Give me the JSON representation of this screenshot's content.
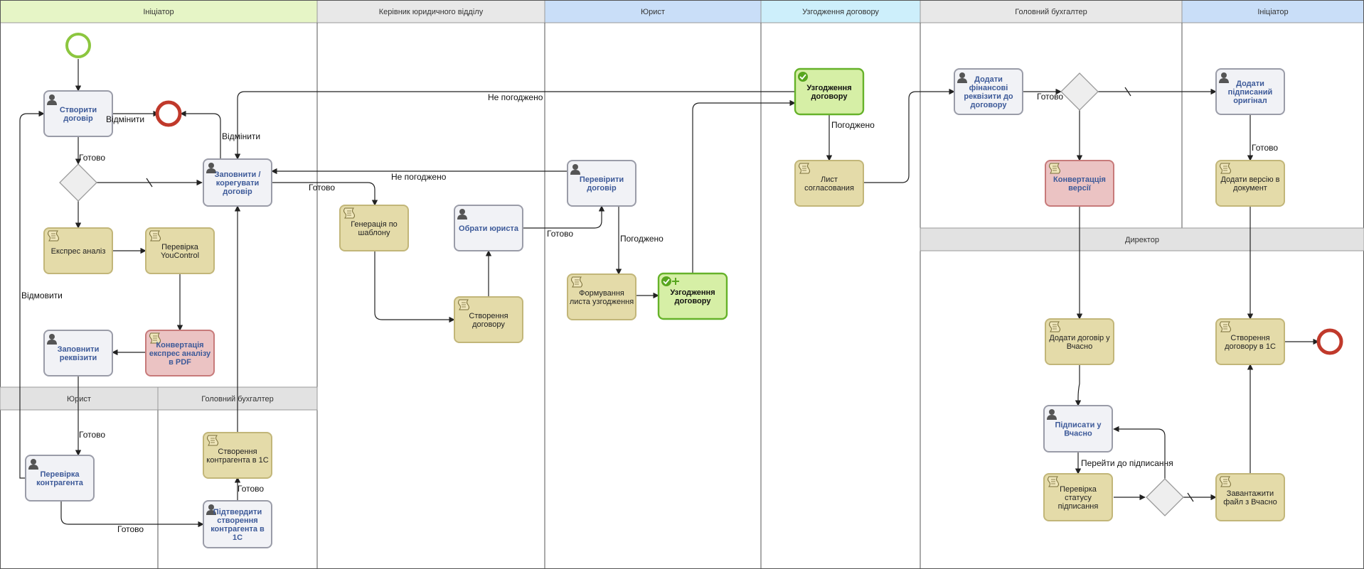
{
  "lanes_top": [
    {
      "id": "l1",
      "title": "Ініціатор",
      "color": "#e6f5c6"
    },
    {
      "id": "l2",
      "title": "Керівник юридичного відділу",
      "color": "#e8e8e8"
    },
    {
      "id": "l3",
      "title": "Юрист",
      "color": "#c9def8"
    },
    {
      "id": "l4",
      "title": "Узгодження договору",
      "color": "#cdeffb"
    },
    {
      "id": "l5",
      "title": "Головний бухгалтер",
      "color": "#e8e8e8"
    },
    {
      "id": "l6",
      "title": "Ініціатор",
      "color": "#c9def8"
    }
  ],
  "lanes_sub": [
    {
      "id": "s1",
      "title": "Юрист"
    },
    {
      "id": "s2",
      "title": "Головний бухгалтер"
    },
    {
      "id": "s3",
      "title": "Директор"
    }
  ],
  "tasks": [
    {
      "id": "t1",
      "kind": "user",
      "lines": [
        "Створити",
        "договір"
      ]
    },
    {
      "id": "t2",
      "kind": "user",
      "lines": [
        "Заповнити /",
        "корегувати",
        "договір"
      ]
    },
    {
      "id": "t3",
      "kind": "script",
      "lines": [
        "Експрес аналіз"
      ]
    },
    {
      "id": "t4",
      "kind": "script",
      "lines": [
        "Перевірка",
        "YouControl"
      ]
    },
    {
      "id": "t5",
      "kind": "user",
      "lines": [
        "Заповнити",
        "реквізити"
      ]
    },
    {
      "id": "t6",
      "kind": "red",
      "lines": [
        "Конвертація",
        "експрес аналізу",
        "в PDF"
      ]
    },
    {
      "id": "t7",
      "kind": "user",
      "lines": [
        "Перевірка",
        "контрагента"
      ]
    },
    {
      "id": "t8",
      "kind": "script",
      "lines": [
        "Створення",
        "контрагента в 1С"
      ]
    },
    {
      "id": "t9",
      "kind": "user",
      "lines": [
        "Підтвердити",
        "створення",
        "контрагента в",
        "1С"
      ]
    },
    {
      "id": "t10",
      "kind": "script",
      "lines": [
        "Генерація по",
        "шаблону"
      ]
    },
    {
      "id": "t11",
      "kind": "user",
      "lines": [
        "Обрати юриста"
      ]
    },
    {
      "id": "t12",
      "kind": "script",
      "lines": [
        "Створення",
        "договору"
      ]
    },
    {
      "id": "t13",
      "kind": "user",
      "lines": [
        "Перевірити",
        "договір"
      ]
    },
    {
      "id": "t14",
      "kind": "script",
      "lines": [
        "Формування",
        "листа узгодження"
      ]
    },
    {
      "id": "t15",
      "kind": "green-plus",
      "lines": [
        "Узгодження",
        "договору"
      ]
    },
    {
      "id": "t16",
      "kind": "green",
      "lines": [
        "Узгодження",
        "договору"
      ]
    },
    {
      "id": "t17",
      "kind": "script",
      "lines": [
        "Лист",
        "согласования"
      ]
    },
    {
      "id": "t18",
      "kind": "user",
      "lines": [
        "Додати",
        "фінансові",
        "реквізити до",
        "договору"
      ]
    },
    {
      "id": "t19",
      "kind": "red",
      "lines": [
        "Конвертацція",
        "версії"
      ]
    },
    {
      "id": "t20",
      "kind": "script",
      "lines": [
        "Додати договір у",
        "Вчасно"
      ]
    },
    {
      "id": "t21",
      "kind": "user",
      "lines": [
        "Підписати у",
        "Вчасно"
      ]
    },
    {
      "id": "t22",
      "kind": "script",
      "lines": [
        "Перевірка",
        "статусу",
        "підписання"
      ]
    },
    {
      "id": "t23",
      "kind": "user",
      "lines": [
        "Додати",
        "підписаний",
        "оригінал"
      ]
    },
    {
      "id": "t24",
      "kind": "script",
      "lines": [
        "Додати версію в",
        "документ"
      ]
    },
    {
      "id": "t25",
      "kind": "script",
      "lines": [
        "Створення",
        "договору в 1С"
      ]
    },
    {
      "id": "t26",
      "kind": "script",
      "lines": [
        "Завантажити",
        "файл з Вчасно"
      ]
    }
  ],
  "flow_labels": [
    {
      "id": "f1",
      "text": "Відмінити"
    },
    {
      "id": "f2",
      "text": "Відмінити"
    },
    {
      "id": "f3",
      "text": "Готово"
    },
    {
      "id": "f4",
      "text": "Не погоджено"
    },
    {
      "id": "f5",
      "text": "Не погоджено"
    },
    {
      "id": "f6",
      "text": "Готово"
    },
    {
      "id": "f7",
      "text": "Відмовити"
    },
    {
      "id": "f8",
      "text": "Готово"
    },
    {
      "id": "f9",
      "text": "Готово"
    },
    {
      "id": "f10",
      "text": "Готово"
    },
    {
      "id": "f11",
      "text": "Готово"
    },
    {
      "id": "f12",
      "text": "Погоджено"
    },
    {
      "id": "f13",
      "text": "Погоджено"
    },
    {
      "id": "f14",
      "text": "Готово"
    },
    {
      "id": "f15",
      "text": "Готово"
    },
    {
      "id": "f16",
      "text": "Перейти до підписання"
    }
  ],
  "colors": {
    "user_fill": "#f1f2f6",
    "user_stroke": "#9a9ca8",
    "script_fill": "#e4dba9",
    "script_stroke": "#c2b679",
    "red_fill": "#ebc3c3",
    "red_stroke": "#c77a7a",
    "green_fill": "#d6efa6",
    "green_stroke": "#66b22a",
    "gateway_fill": "#eeeeee",
    "gateway_stroke": "#999999",
    "start_stroke": "#8cc63f",
    "end_stroke": "#c0392b",
    "sub_header_fill": "#e2e2e2"
  }
}
